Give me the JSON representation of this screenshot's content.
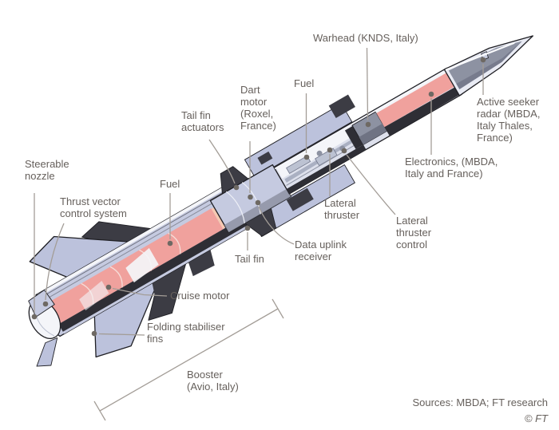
{
  "labels": {
    "steerable_nozzle": "Steerable\nnozzle",
    "thrust_vector": "Thrust vector\ncontrol system",
    "fuel_booster": "Fuel",
    "cruise_motor": "Cruise motor",
    "folding_fins": "Folding stabiliser\nfins",
    "booster": "Booster\n(Avio, Italy)",
    "tail_fin": "Tail fin",
    "dart_motor": "Dart\nmotor\n(Roxel,\nFrance)",
    "tail_fin_actuators": "Tail fin\nactuators",
    "fuel_dart": "Fuel",
    "warhead": "Warhead (KNDS, Italy)",
    "data_uplink": "Data uplink\nreceiver",
    "lateral_thruster": "Lateral\nthruster",
    "lateral_thruster_control": "Lateral\nthruster\ncontrol",
    "electronics": "Electronics, (MBDA,\nItaly and France)",
    "active_seeker": "Active seeker\nradar (MBDA,\nItaly Thales,\nFrance)"
  },
  "footer": {
    "sources": "Sources: MBDA; FT research",
    "copyright": "© FT"
  },
  "palette": {
    "background": "#ffffff",
    "text": "#66605c",
    "leader": "#a39d97",
    "dot": "#6e6963",
    "lavender": "#c5cae0",
    "lavender2": "#bcc2dc",
    "pink": "#f0a19d",
    "peach": "#f6c9b2",
    "dark": "#2e2e35",
    "dark2": "#3c3c44",
    "metal": "#8d92a2",
    "metal2": "#6f7383",
    "pale": "#dde0ec",
    "white": "#f4f5f9",
    "outline": "#1f1f24"
  }
}
